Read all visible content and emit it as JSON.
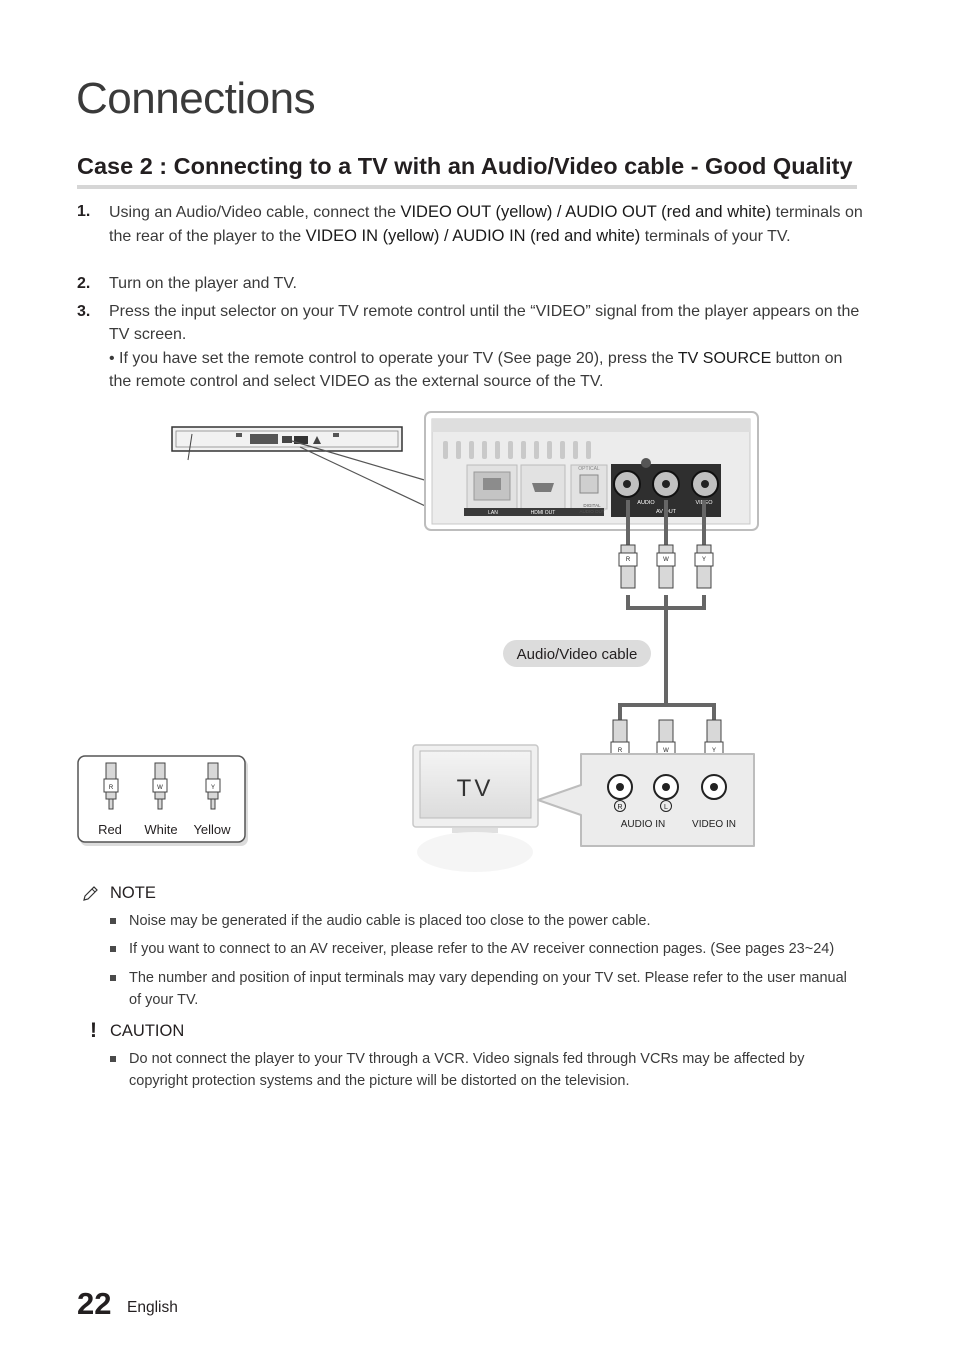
{
  "header": {
    "section_title": "Connections"
  },
  "case": {
    "heading": "Case 2 : Connecting to a TV with an Audio/Video cable - Good Quality"
  },
  "steps": [
    {
      "num": "1.",
      "parts": [
        "Using an Audio/Video cable, connect the ",
        "VIDEO OUT (yellow) / AUDIO OUT (red and white)",
        " terminals on the rear of the player to the ",
        "VIDEO IN (yellow) / AUDIO IN (red and white)",
        " terminals of your TV."
      ]
    },
    {
      "num": "2.",
      "parts": [
        "Turn on the player and TV."
      ]
    },
    {
      "num": "3.",
      "parts": [
        "Press the input selector on your TV remote control until the “VIDEO” signal from the player appears on the TV screen."
      ]
    }
  ],
  "step3_bullet": {
    "prefix": "• If you have set the remote control to operate your TV (See page 20), press the ",
    "bold": "TV SOURCE",
    "suffix": " button on the remote control and select VIDEO as the external source of the TV."
  },
  "diagram": {
    "player_panel": {
      "lan": "LAN",
      "hdmi_out": "HDMI OUT",
      "optical": "OPTICAL",
      "digital_audio_out_1": "DIGITAL",
      "digital_audio_out_2": "AUDIO OUT",
      "audio": "AUDIO",
      "video": "VIDEO",
      "av_out": "AV OUT"
    },
    "plug_letters": {
      "red": "R",
      "white": "W",
      "yellow": "Y"
    },
    "cable_label": "Audio/Video cable",
    "tv_label": "TV",
    "tv_panel": {
      "r_mark": "R",
      "l_mark": "L",
      "audio_in": "AUDIO IN",
      "video_in": "VIDEO IN"
    },
    "legend": {
      "red": "Red",
      "white": "White",
      "yellow": "Yellow"
    }
  },
  "note": {
    "icon": "pencil-icon",
    "heading": "NOTE",
    "items": [
      "Noise may be generated if the audio cable is placed too close to the power cable.",
      "If you want to connect to an AV receiver, please refer to the AV receiver connection pages. (See pages 23~24)",
      "The number and position of input terminals may vary depending on your TV set. Please refer to the user manual of your TV."
    ]
  },
  "caution": {
    "icon": "exclamation-icon",
    "heading": "CAUTION",
    "items": [
      "Do not connect the player to your TV through a VCR. Video signals fed through VCRs may be affected by copyright protection systems and the picture will be distorted on the television."
    ]
  },
  "footer": {
    "page_number": "22",
    "language": "English"
  }
}
